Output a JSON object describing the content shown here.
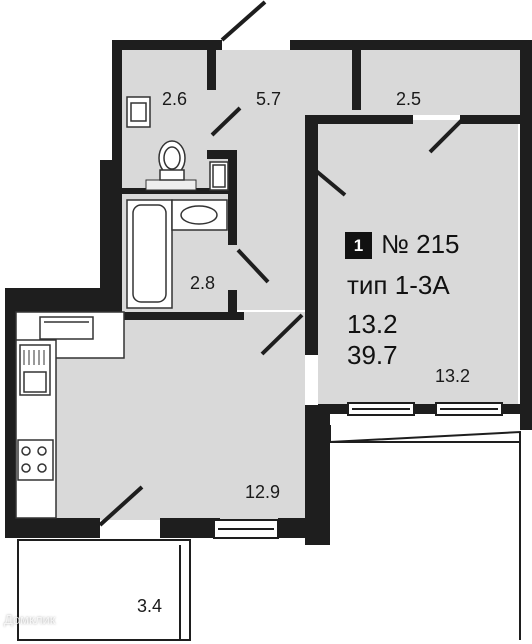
{
  "apartment": {
    "floor_badge": "1",
    "number": "№ 215",
    "type": "тип 1-3А",
    "living_area": "13.2",
    "total_area": "39.7"
  },
  "rooms": {
    "bathroom_wc": "2.6",
    "hallway": "5.7",
    "storage": "2.5",
    "bathroom": "2.8",
    "bedroom": "13.2",
    "kitchen_living": "12.9",
    "balcony": "3.4"
  },
  "watermark": "Домклик",
  "colors": {
    "room_fill": "#d9d9d9",
    "wall": "#1e1e1e",
    "balcony_fill": "#ffffff"
  }
}
